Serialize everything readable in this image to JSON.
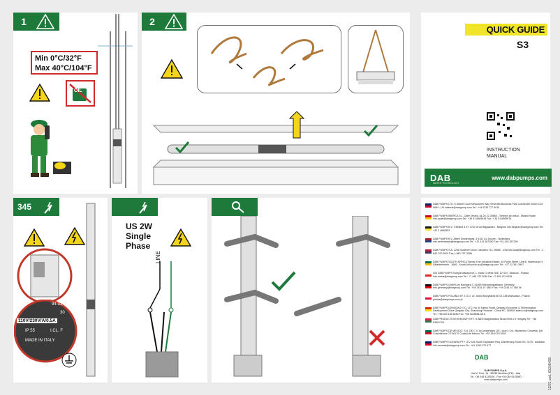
{
  "header": {
    "quick_guide": "QUICK GUIDE",
    "model": "S3",
    "instruction": [
      "INSTRUCTION",
      "MANUAL"
    ],
    "brand": "DAB",
    "brand_sub": "WATER TECHNOLOGY",
    "website": "www.dabpumps.com"
  },
  "steps": {
    "s1": "1",
    "s2": "2",
    "s345": "345",
    "temp_min": "Min 0°C/32°F",
    "temp_max": "Max 40°C/104°F",
    "oil": "OIL",
    "us_2w": "US 2W",
    "single": "Single",
    "phase": "Phase",
    "line": "LINE"
  },
  "nameplate": {
    "r1": "94-32",
    "r2": "30",
    "voltage": "110V/230V/A/0.5A",
    "ip": "IP 55",
    "cl": "I.CL. F",
    "made": "MADE IN ITALY"
  },
  "addresses": [
    "DAB PUMPS LTD. 6 Gilbert Court Newcomen Way Severalls Business Park Colchester Essex C04 9WN - UK salesuk@dwtgroup.com Tel.: +44 0333 777 5010",
    "DAB PUMPS IBERICA S.L. Calle Verano 18-20-22 28850 - Torrejón de Ardoz - Madrid Spain info.spain@dwtgroup.com Tel.: +34 91 6569545 Fax: + 34 91 6569676",
    "DAB PUMPS B.V. 'Shelleld 4 ET 1702 Groot Bijgaarden - Belgium info.belgium@dwtgroup.com Tel.: +32 2 4668353",
    "DAB PUMPS B.V. Albert Einsteinweg, 4 5151 DL Drunen - Nederland info.netherlands@dwtgroup.com Tel.: +31 416 387280 Fax: +31 416 387299",
    "DAB PUMPS S.A. 2236 Southern Drive Lakeview, SC 29565 - USA info.usa@dwtgroup.com Tel.: 1 - 843-797-5002 Fax 1-843-797-3366",
    "DAB PUMPS SOUTH AFRICA Twenty One Industrial Estate, 16 Purlin Street, Unit B, Warehouse 4 Olifantsfontein - 1666 - South Africa info.sa@dwtgroup.com Tel.: +27 12 361 3997",
    "000 DAB PUMPS Novgorodskaya str, 1, block G office 308, 127247, Moscow - Russia info.russia@dwtgroup.com Tel.: +7 495 122 0035 Fax +7 495 122 0036",
    "DAB PUMPS GmbH Am Nordpark 3, 41069 Mönchengladbach, Germany info.germany@dwtgroup.com Tel.: +49 2161 47 388 0 Fax: +49 2161 47 388 36",
    "DAB PUMPS POLAND SP. Z.O.O. Ul. Janka Muzykanta 60 02-188 Warszawa - Poland polska@dabpumps.com.pl",
    "DAB PUMPS (QINGDAO) CO. LTD. No.40 Kaituo Road, Qingdao Economic & Technological Development Zone Qingdao City, Shandong Province - China PC: 266500 sales.cn@dwtgroup.com Tel.: +86 400 186 8280 Fax: +86 53286812210",
    "DAB PRODUCTION HUNGARY KFT. H-8800 Nagykanizsa, Buda Ernő u.5 Hungary Tel.: +36 93501700",
    "DAB PUMPS DE MÉXICO, S.A. DE C.V. Av Amsterdam 101 Local 4 Col. Hipódromo Condesa, Del. Cuauhtémoc CP 06170 Ciudad de México Tel.: +52 55 6719 0493",
    "DAB PUMPS OCEANIA PTY LTD 426 South Gippsland Hwy, Dandenong South VIC 3175 - Australia info.oceania@dwtgroup.com Tel.: +61 1300 372 677"
  ],
  "footer": {
    "brand": "DAB",
    "company": "DAB PUMPS S.p.A.",
    "addr1": "Via M. Polo, 14 - 35035 Mestrino (PD) - Italy",
    "addr2": "Tel. +39 049 5125000 - Fax +39 049 5125950",
    "addr3": "www.dabpumps.com",
    "code": "12/21 cod. 60208488"
  }
}
